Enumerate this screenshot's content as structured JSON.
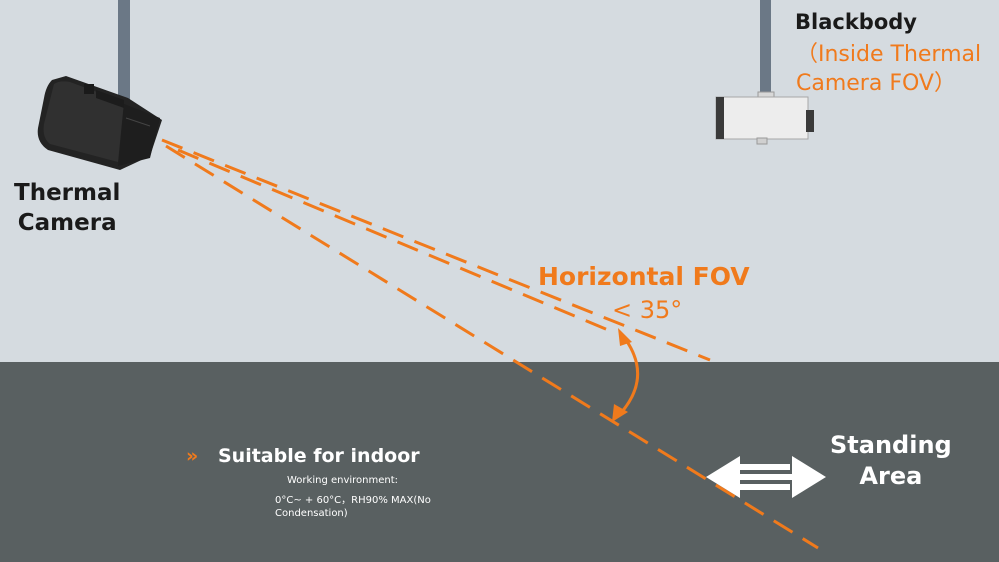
{
  "camera": {
    "label_line1": "Thermal",
    "label_line2": "Camera"
  },
  "blackbody": {
    "label": "Blackbody",
    "sub_line1": "（Inside Thermal",
    "sub_line2": "Camera FOV）"
  },
  "fov": {
    "title": "Horizontal FOV",
    "angle": "< 35°"
  },
  "standing_area": {
    "line1": "Standing",
    "line2": "Area"
  },
  "indoor": {
    "chevron": "»",
    "title": "Suitable for indoor",
    "env_label": "Working environment:",
    "env_value_line1": "0°C~ + 60°C，RH90% MAX(No",
    "env_value_line2": "Condensation)"
  },
  "colors": {
    "accent": "#f07a1c",
    "wall": "#d5dbe0",
    "floor": "#596061",
    "text_dark": "#1a1a1a"
  },
  "icons": [
    "thermal-camera-icon",
    "blackbody-device-icon",
    "angle-arrow-icon",
    "standing-arrows-icon",
    "double-chevron-icon"
  ]
}
